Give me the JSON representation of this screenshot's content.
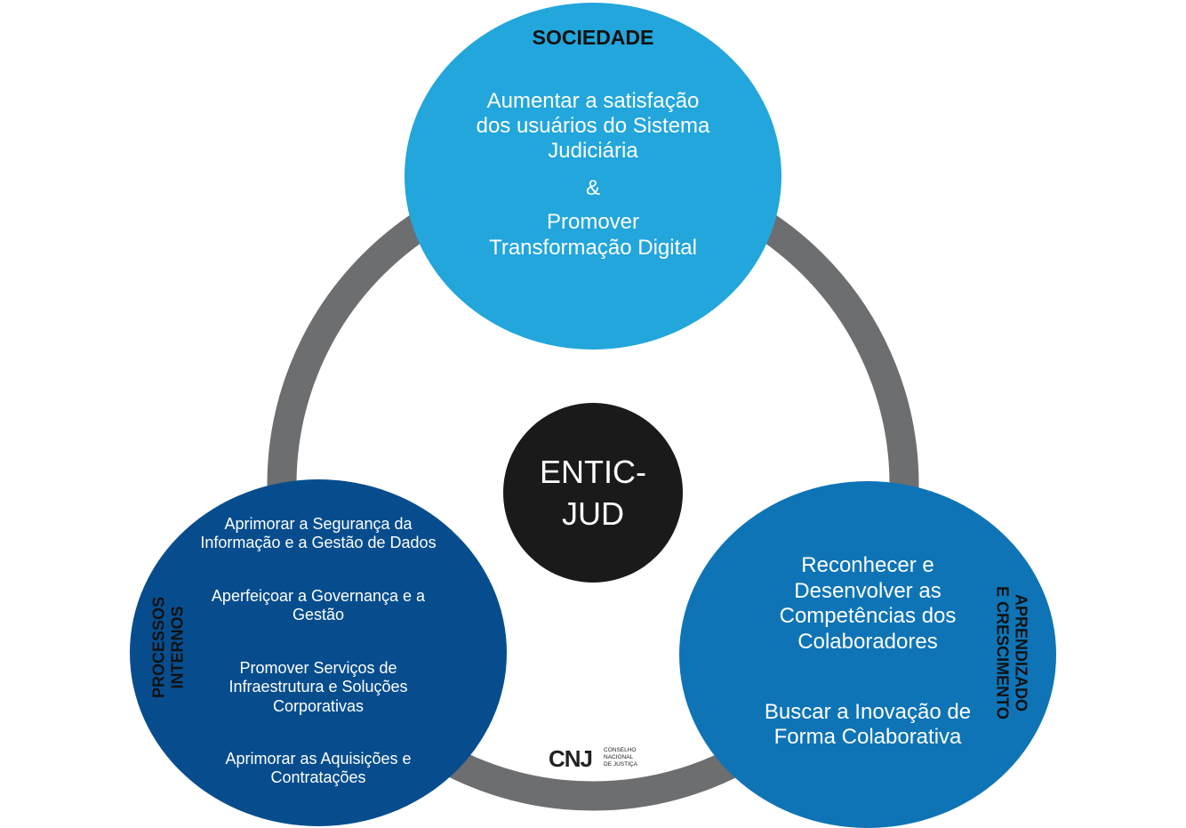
{
  "center": {
    "label_line1": "ENTIC-",
    "label_line2": "JUD"
  },
  "sociedade": {
    "title": "SOCIEDADE",
    "lines": [
      "Aumentar a satisfação",
      "dos usuários do Sistema",
      "Judiciária",
      "&",
      "Promover",
      "Transformação Digital"
    ]
  },
  "processos_internos": {
    "title_line1": "PROCESSOS",
    "title_line2": "INTERNOS",
    "items": [
      [
        "Aprimorar a Segurança da",
        "Informação e a Gestão de Dados"
      ],
      [
        "Aperfeiçoar a Governança e a",
        "Gestão"
      ],
      [
        "Promover Serviços de",
        "Infraestrutura e Soluções",
        "Corporativas"
      ],
      [
        "Aprimorar as Aquisições e",
        "Contratações"
      ]
    ]
  },
  "aprendizado": {
    "title_line1": "APRENDIZADO",
    "title_line2": "E CRESCIMENTO",
    "items": [
      [
        "Reconhecer e",
        "Desenvolver as",
        "Competências dos",
        "Colaboradores"
      ],
      [
        "Buscar a Inovação de",
        "Forma Colaborativa"
      ]
    ]
  },
  "logo": {
    "mark": "CNJ",
    "line1": "CONSELHO",
    "line2": "NACIONAL",
    "line3": "DE JUSTIÇA"
  },
  "colors": {
    "ring": "#6d6e70",
    "sociedade": "#22a6dc",
    "processos": "#074d8e",
    "aprendizado": "#0e74b6",
    "center": "#1b1a1b"
  }
}
